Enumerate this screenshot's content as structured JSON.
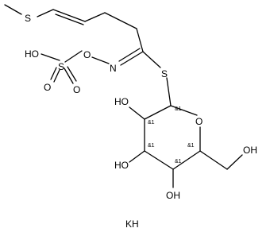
{
  "molecule": {
    "atoms": {
      "s_methyl": "S",
      "o_oxime": "O",
      "n_imine": "N",
      "s_glycosidic": "S",
      "ho_sulfate": "HO",
      "s_sulfate": "S",
      "o_sulfate_a": "O",
      "o_sulfate_b": "O",
      "ho_c2": "HO",
      "ho_c3": "HO",
      "oh_c4": "OH",
      "oh_c6": "OH",
      "o_ring": "O"
    },
    "stereo_labels": {
      "c1": "&1",
      "c2": "&1",
      "c3": "&1",
      "c4": "&1",
      "c5": "&1"
    },
    "counterion": "KH"
  }
}
